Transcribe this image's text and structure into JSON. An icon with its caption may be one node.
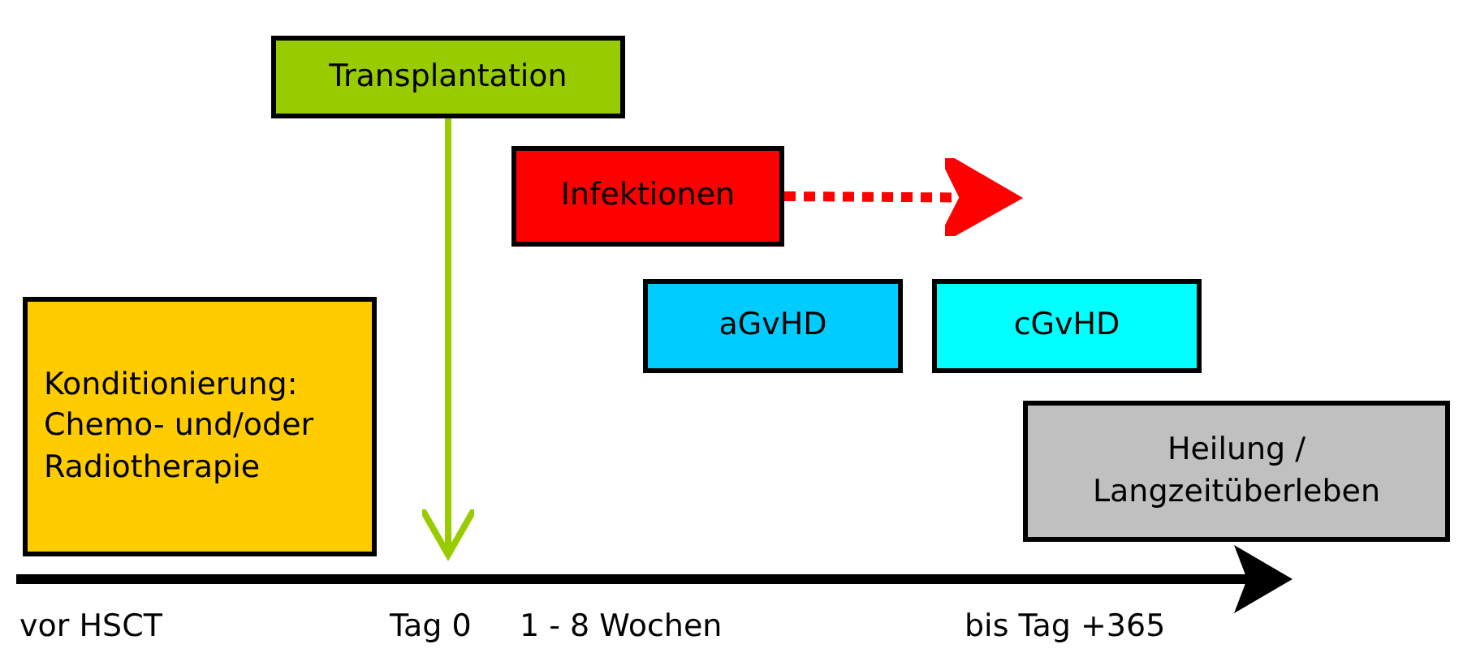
{
  "diagram": {
    "nodes": [
      {
        "text": [
          "Transplantation"
        ]
      },
      {
        "text": [
          "Infektionen"
        ]
      },
      {
        "text": [
          "aGvHD"
        ]
      },
      {
        "text": [
          "cGvHD"
        ]
      },
      {
        "text": [
          "Konditionierung: Chemo- und/oder Radiotherapie"
        ]
      },
      {
        "text": [
          "Heilung / Langzeitüberleben"
        ]
      }
    ],
    "edges": [
      {
        "from": 0,
        "to": null,
        "arrow": "to",
        "color": "#99cc00"
      },
      {
        "from": 1,
        "to": null,
        "arrow": "to",
        "style": "dashed",
        "color": "#ff0000"
      }
    ],
    "labels": [
      "vor HSCT",
      "Tag 0",
      "1 - 8 Wochen",
      "bis Tag +365"
    ]
  }
}
